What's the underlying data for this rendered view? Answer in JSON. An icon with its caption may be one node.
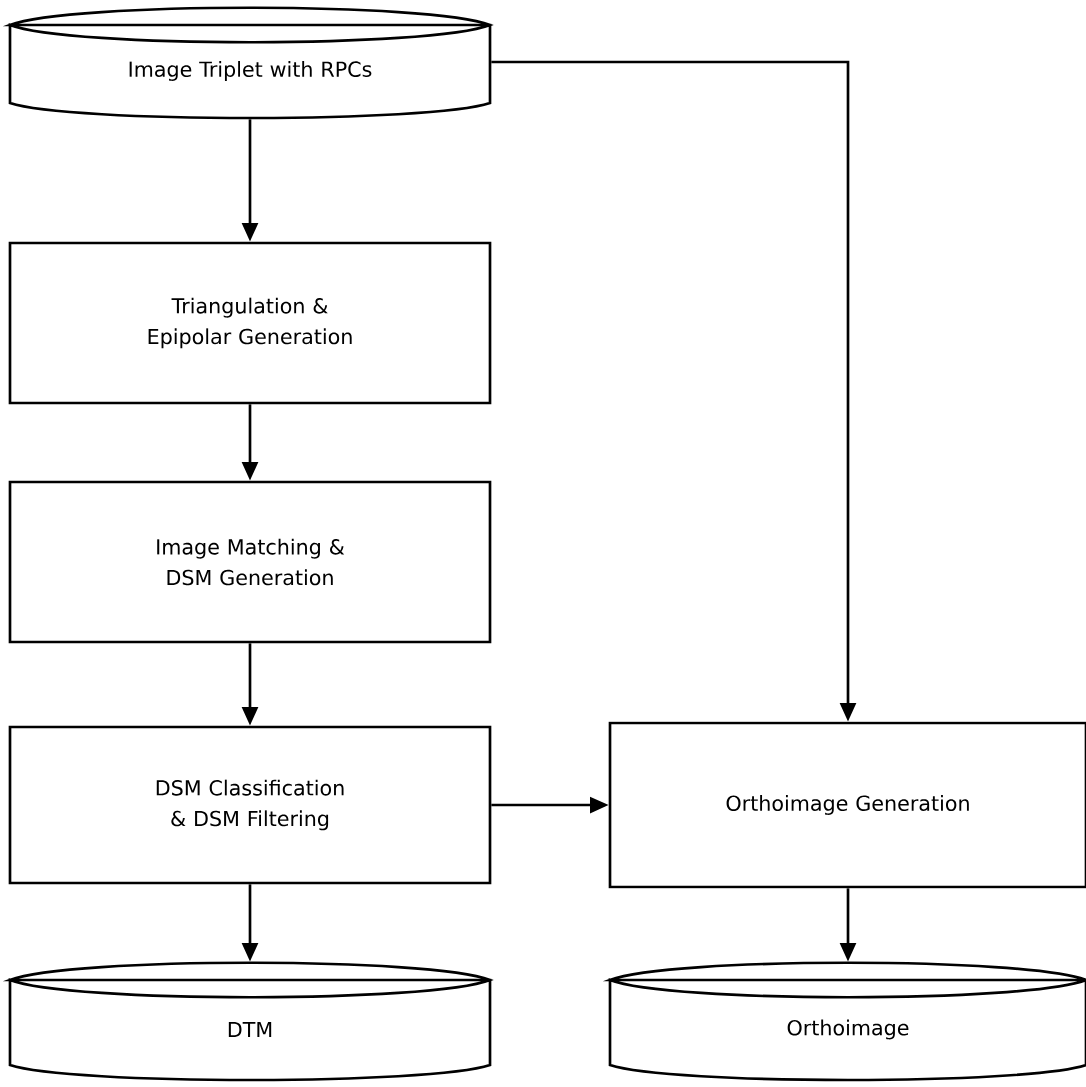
{
  "diagram": {
    "nodes": [
      {
        "text": [
          "Image Triplet with RPCs"
        ]
      },
      {
        "text": [
          "Triangulation & Epipolar Generation"
        ]
      },
      {
        "text": [
          "Image Matching & DSM Generation"
        ]
      },
      {
        "text": [
          "DSM Classification & DSM Filtering"
        ]
      },
      {
        "text": [
          "Orthoimage Generation"
        ]
      },
      {
        "text": [
          "DTM"
        ]
      },
      {
        "text": [
          "Orthoimage"
        ]
      }
    ],
    "edges": [
      {
        "from": 0,
        "to": 1,
        "arrow": "to"
      },
      {
        "from": 1,
        "to": 2,
        "arrow": "to"
      },
      {
        "from": 2,
        "to": 3,
        "arrow": "to"
      },
      {
        "from": 3,
        "to": 5,
        "arrow": "to"
      },
      {
        "from": 3,
        "to": 4,
        "arrow": "to"
      },
      {
        "from": 0,
        "to": 4,
        "arrow": "to"
      },
      {
        "from": 4,
        "to": 6,
        "arrow": "to"
      }
    ]
  }
}
